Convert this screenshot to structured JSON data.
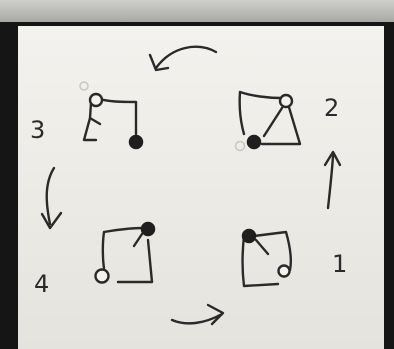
{
  "diagram": {
    "steps": [
      {
        "label": "1"
      },
      {
        "label": "2"
      },
      {
        "label": "3"
      },
      {
        "label": "4"
      }
    ],
    "ink_color": "#2a2a2a",
    "paper_color": "#efede9",
    "border_color": "#151515"
  }
}
